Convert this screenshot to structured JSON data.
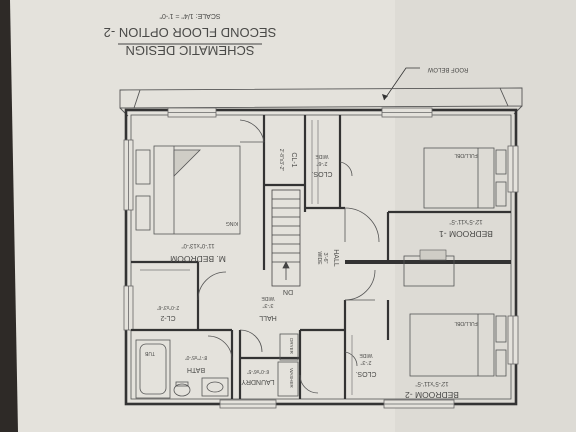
{
  "sheet": {
    "title_line1": "SCHEMATIC DESIGN",
    "title_line2": "SECOND FLOOR OPTION -2",
    "scale": "SCALE: 1/4\" = 1'-0\"",
    "roof_note": "ROOF BELOW"
  },
  "rooms": {
    "master": {
      "name": "M. BEDROOM",
      "size": "11'-0\"x13'-0\"",
      "bed": "KING"
    },
    "bedroom1": {
      "name": "BEDROOM -1",
      "size": "12'-5\"x11'-5\"",
      "bed": "FULL/DBL"
    },
    "bedroom2": {
      "name": "BEDROOM -2",
      "size": "12'-5\"x11'-5\"",
      "bed": "FULL/DBL"
    },
    "hall_upper": {
      "name": "HALL",
      "size": "3'-6\"",
      "sub": "WIDE"
    },
    "hall_lower": {
      "name": "HALL",
      "size": "3'-3\"",
      "sub": "WIDE"
    },
    "clos_upper": {
      "name": "CLOS.",
      "size": "2'-6\"",
      "sub": "WIDE"
    },
    "clos_lower": {
      "name": "CLOS.",
      "size": "2'-3\"",
      "sub": "WIDE"
    },
    "cl1": {
      "name": "CL-1",
      "size": "2'-8\"x3'-2\""
    },
    "cl2": {
      "name": "CL-2",
      "size": "2'-0\"x3'-6\""
    },
    "bath": {
      "name": "BATH",
      "size": "8'-7\"x5'-0\"",
      "tub": "TUB"
    },
    "laundry": {
      "name": "LAUNDRY",
      "size": "6'-0\"x6'-5\"",
      "dryer": "DRYER",
      "washer": "WASHER"
    },
    "stair": {
      "dn": "DN"
    }
  }
}
